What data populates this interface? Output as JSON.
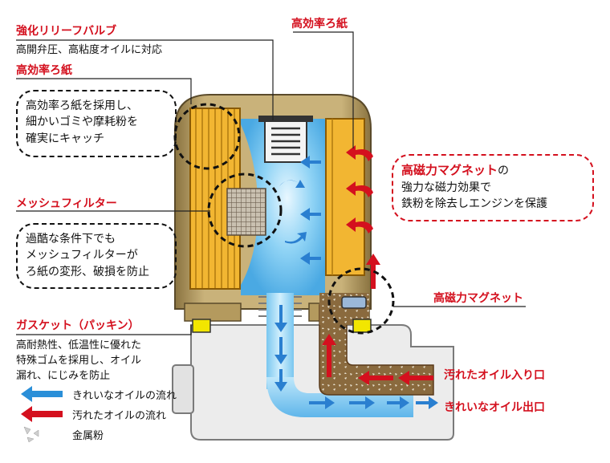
{
  "labels": {
    "relief_valve_title": "強化リリーフバルブ",
    "relief_valve_desc": "高開弁圧、高粘度オイルに対応",
    "filter_paper_title_left": "高効率ろ紙",
    "filter_paper_title_right": "高効率ろ紙",
    "filter_paper_desc": [
      "高効率ろ紙を採用し、",
      "細かいゴミや摩耗粉を",
      "確実にキャッチ"
    ],
    "mesh_filter_title": "メッシュフィルター",
    "mesh_filter_desc": [
      "過酷な条件下でも",
      "メッシュフィルターが",
      "ろ紙の変形、破損を防止"
    ],
    "gasket_title": "ガスケット（パッキン）",
    "gasket_desc": [
      "高耐熱性、低温性に優れた",
      "特殊ゴムを採用し、オイル",
      "漏れ、にじみを防止"
    ],
    "magnet_box_title": "高磁力マグネット",
    "magnet_box_title_suffix": "の",
    "magnet_box_desc": [
      "強力な磁力効果で",
      "鉄粉を除去しエンジンを保護"
    ],
    "magnet_label": "高磁力マグネット",
    "dirty_oil_inlet": "汚れたオイル入り口",
    "clean_oil_outlet": "きれいなオイル出口"
  },
  "legend": {
    "clean_flow": "きれいなオイルの流れ",
    "dirty_flow": "汚れたオイルの流れ",
    "metal_powder": "金属粉"
  },
  "colors": {
    "accent_red": "#d4101e",
    "clean_blue": "#2a8fd8",
    "filter_yellow": "#f2b632",
    "housing_tan": "#b49a5e",
    "base_gray": "#e8e8e8"
  }
}
